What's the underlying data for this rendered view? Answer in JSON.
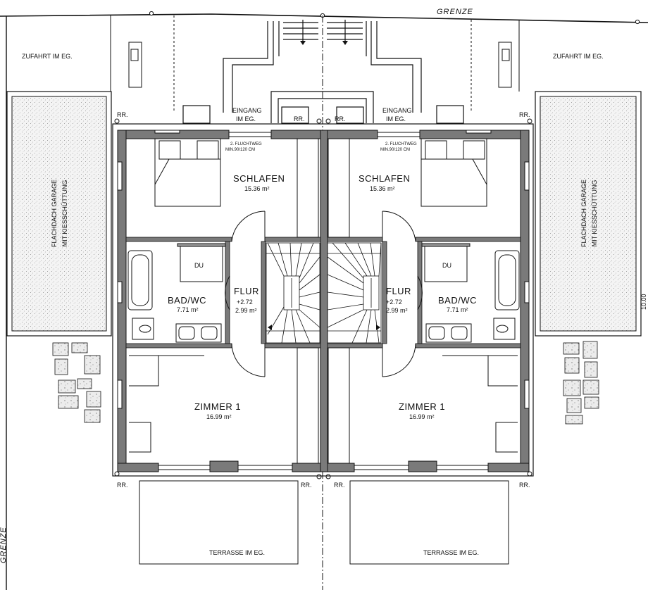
{
  "labels": {
    "boundary_top": "GRENZE",
    "boundary_left": "GRENZE",
    "access_left": "ZUFAHRT IM EG.",
    "access_right": "ZUFAHRT IM EG.",
    "garage_left_line1": "FLACHDACH GARAGE",
    "garage_left_line2": "MIT KIESSCHÜTTUNG",
    "garage_right_line1": "FLACHDACH GARAGE",
    "garage_right_line2": "MIT KIESSCHÜTTUNG",
    "terrace_left": "TERRASSE IM EG.",
    "terrace_right": "TERRASSE IM EG.",
    "edge_dimension": "10.00",
    "downpipe": "RR."
  },
  "units": [
    {
      "entrance_line1": "EINGANG",
      "entrance_line2": "IM EG.",
      "escape_line1": "2. FLUCHTWEG",
      "escape_line2": "MIN.90/120 CM",
      "shower": "DU",
      "rooms": [
        {
          "name": "SCHLAFEN",
          "area": "15.36 m²"
        },
        {
          "name": "BAD/WC",
          "area": "7.71 m²"
        },
        {
          "name": "FLUR",
          "level": "+2.72",
          "area": "2.99 m²"
        },
        {
          "name": "ZIMMER 1",
          "area": "16.99 m²"
        }
      ]
    },
    {
      "entrance_line1": "EINGANG",
      "entrance_line2": "IM EG.",
      "escape_line1": "2. FLUCHTWEG",
      "escape_line2": "MIN.90/120 CM",
      "shower": "DU",
      "rooms": [
        {
          "name": "SCHLAFEN",
          "area": "15.36 m²"
        },
        {
          "name": "BAD/WC",
          "area": "7.71 m²"
        },
        {
          "name": "FLUR",
          "level": "+2.72",
          "area": "2.99 m²"
        },
        {
          "name": "ZIMMER 1",
          "area": "16.99 m²"
        }
      ]
    }
  ]
}
